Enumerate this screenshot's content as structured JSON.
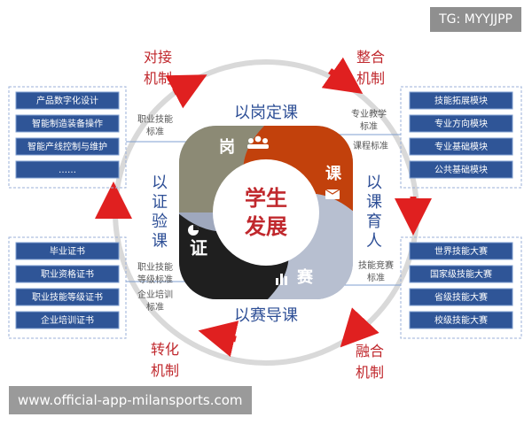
{
  "watermark_top": "TG: MYYJJPP",
  "watermark_bottom": "www.official-app-milansports.com",
  "center": {
    "line1": "学生",
    "line2": "发展"
  },
  "petals": {
    "gang": "岗",
    "ke": "课",
    "sai": "赛",
    "zheng": "证"
  },
  "process_labels": {
    "top": "以岗定课",
    "right": [
      "以",
      "课",
      "育",
      "人"
    ],
    "bottom": "以赛导课",
    "left": [
      "以",
      "证",
      "验",
      "课"
    ]
  },
  "transitions": {
    "top_left": [
      "对接",
      "机制"
    ],
    "top_right": [
      "整合",
      "机制"
    ],
    "bottom_right": [
      "融合",
      "机制"
    ],
    "bottom_left": [
      "转化",
      "机制"
    ]
  },
  "standards": {
    "top_left": [
      "职业技能",
      "标准"
    ],
    "top_right": [
      "专业教学",
      "标准"
    ],
    "top_right_2": "课程标准",
    "bottom_left": [
      "职业技能",
      "等级标准"
    ],
    "bottom_left_2": [
      "企业培训",
      "标准"
    ],
    "bottom_right": [
      "技能竞赛",
      "标准"
    ]
  },
  "boxes": {
    "top_left": [
      "产品数字化设计",
      "智能制造装备操作",
      "智能产线控制与维护",
      "……"
    ],
    "top_right": [
      "技能拓展模块",
      "专业方向模块",
      "专业基础模块",
      "公共基础模块"
    ],
    "bottom_left": [
      "毕业证书",
      "职业资格证书",
      "职业技能等级证书",
      "企业培训证书"
    ],
    "bottom_right": [
      "世界技能大赛",
      "国家级技能大赛",
      "省级技能大赛",
      "校级技能大赛"
    ]
  },
  "colors": {
    "box_fill": "#2f5597",
    "box_border": "#7f9fd0",
    "label_blue": "#2e4f96",
    "red_text": "#c0282d",
    "arrow_red": "#e02020",
    "ring": "#d9d9d9",
    "petal_gang": "#8c8a75",
    "petal_ke": "#c2410c",
    "petal_sai": "#9fa8bd",
    "petal_zheng": "#1f1f1f"
  }
}
